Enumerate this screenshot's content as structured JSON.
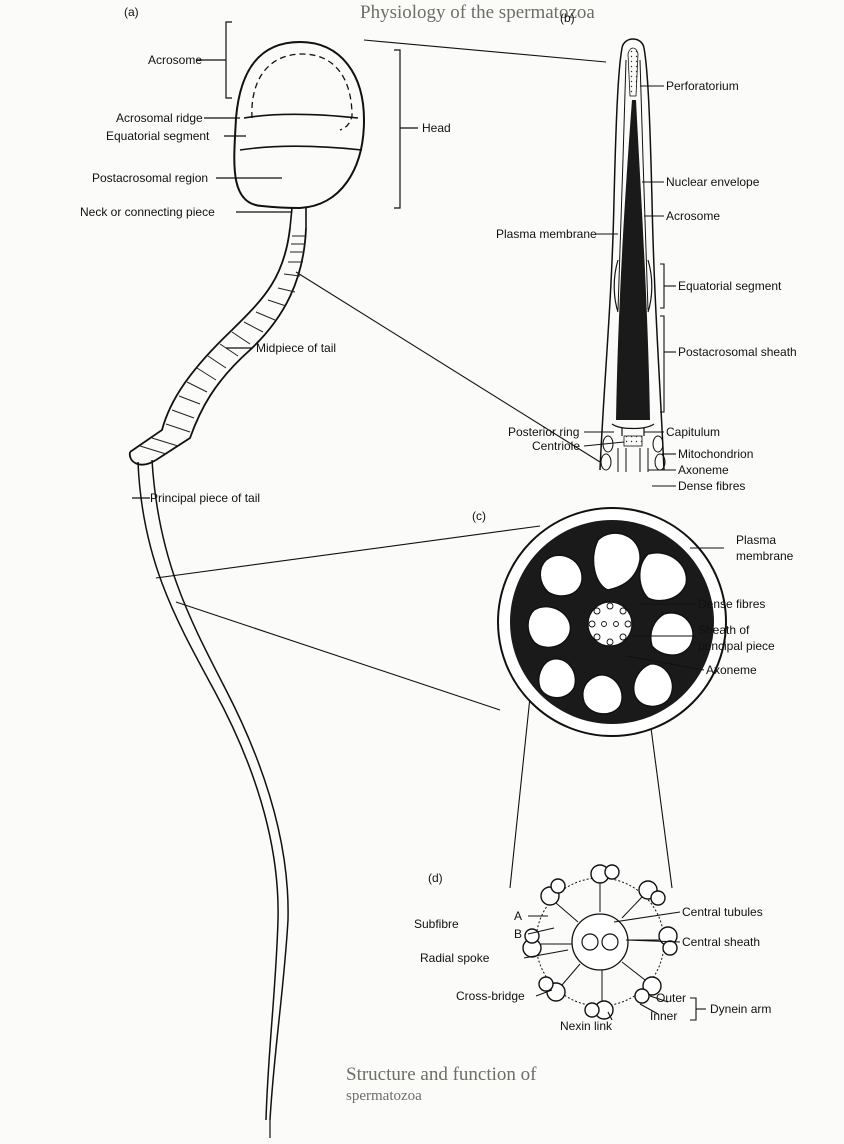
{
  "figure": {
    "panel_a": {
      "tag": "(a)",
      "labels": {
        "acrosome": "Acrosome",
        "acrosomal_ridge": "Acrosomal ridge",
        "equatorial_segment": "Equatorial segment",
        "postacrosomal_region": "Postacrosomal region",
        "neck": "Neck or connecting piece",
        "head": "Head",
        "midpiece": "Midpiece of tail",
        "principal_piece": "Principal piece of tail"
      }
    },
    "panel_b": {
      "tag": "(b)",
      "labels": {
        "perforatorium": "Perforatorium",
        "nuclear_envelope": "Nuclear envelope",
        "acrosome": "Acrosome",
        "plasma_membrane": "Plasma membrane",
        "equatorial_segment": "Equatorial segment",
        "postacrosomal_sheath": "Postacrosomal sheath",
        "posterior_ring": "Posterior ring",
        "capitulum": "Capitulum",
        "centriole": "Centriole",
        "mitochondrion": "Mitochondrion",
        "axoneme": "Axoneme",
        "dense_fibres": "Dense fibres"
      }
    },
    "panel_c": {
      "tag": "(c)",
      "labels": {
        "plasma_membrane_1": "Plasma",
        "plasma_membrane_2": "membrane",
        "dense_fibres": "Dense fibres",
        "sheath_1": "Sheath of",
        "sheath_2": "principal piece",
        "axoneme": "Axoneme"
      }
    },
    "panel_d": {
      "tag": "(d)",
      "labels": {
        "subfibre": "Subfibre",
        "a": "A",
        "b": "B",
        "radial_spoke": "Radial spoke",
        "cross_bridge": "Cross-bridge",
        "central_tubules": "Central tubules",
        "central_sheath": "Central sheath",
        "nexin_link": "Nexin link",
        "outer": "Outer",
        "inner": "Inner",
        "dynein_arm": "Dynein arm"
      }
    }
  },
  "background_page": {
    "heading_top": "Physiology of the spermatozoa",
    "heading_bottom": "Structure and function of",
    "subheading_bottom": "spermatozoa"
  },
  "colors": {
    "ink": "#111111",
    "paper": "#fbfbf9",
    "faded_text": "#9b9a95",
    "dark_fill": "#1a1a1a"
  }
}
